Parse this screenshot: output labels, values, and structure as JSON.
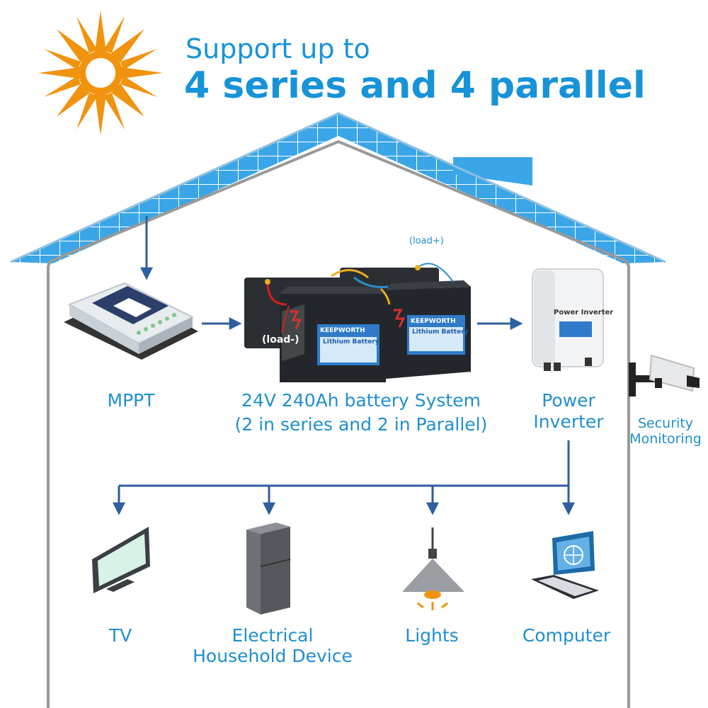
{
  "header": {
    "line1": "Support up to",
    "line2": "4 series and 4 parallel"
  },
  "components": {
    "mppt": "MPPT",
    "battery_line1": "24V 240Ah battery System",
    "battery_line2": "(2 in series and 2 in Parallel)",
    "inverter_line1": "Power",
    "inverter_line2": "Inverter",
    "inverter_device_label": "Power Inverter",
    "security_line1": "Security",
    "security_line2": "Monitoring",
    "load_plus": "(load+)",
    "load_minus": "(load-)",
    "battery_brand": "KEEPWORTH",
    "battery_type": "Lithium Battery"
  },
  "loads": {
    "tv": "TV",
    "household_line1": "Electrical",
    "household_line2": "Household Device",
    "lights": "Lights",
    "computer": "Computer"
  },
  "colors": {
    "text_blue": "#1f8fce",
    "arrow_blue": "#2e5f9e",
    "panel_blue": "#3aa6e8",
    "sun_orange": "#f0930f",
    "house_outline": "#999999"
  }
}
